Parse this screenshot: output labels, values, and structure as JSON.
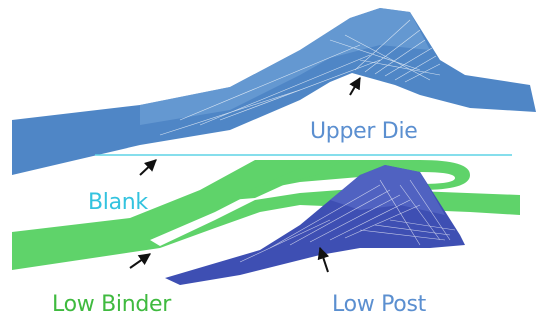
{
  "labels": {
    "upper_die": "Upper Die",
    "blank": "Blank",
    "low_binder": "Low Binder",
    "low_post": "Low Post"
  },
  "colors": {
    "upper_die": "#4f86c6",
    "blank_line": "#5fd3e6",
    "blank_text": "#33c3df",
    "low_binder": "#5fd36a",
    "low_binder_text": "#3fba3f",
    "low_post": "#3e4fb3",
    "low_post_text": "#5b8fd0",
    "mesh": "#ffffff",
    "arrow": "#111111"
  },
  "icons": [
    "arrow-icon"
  ]
}
